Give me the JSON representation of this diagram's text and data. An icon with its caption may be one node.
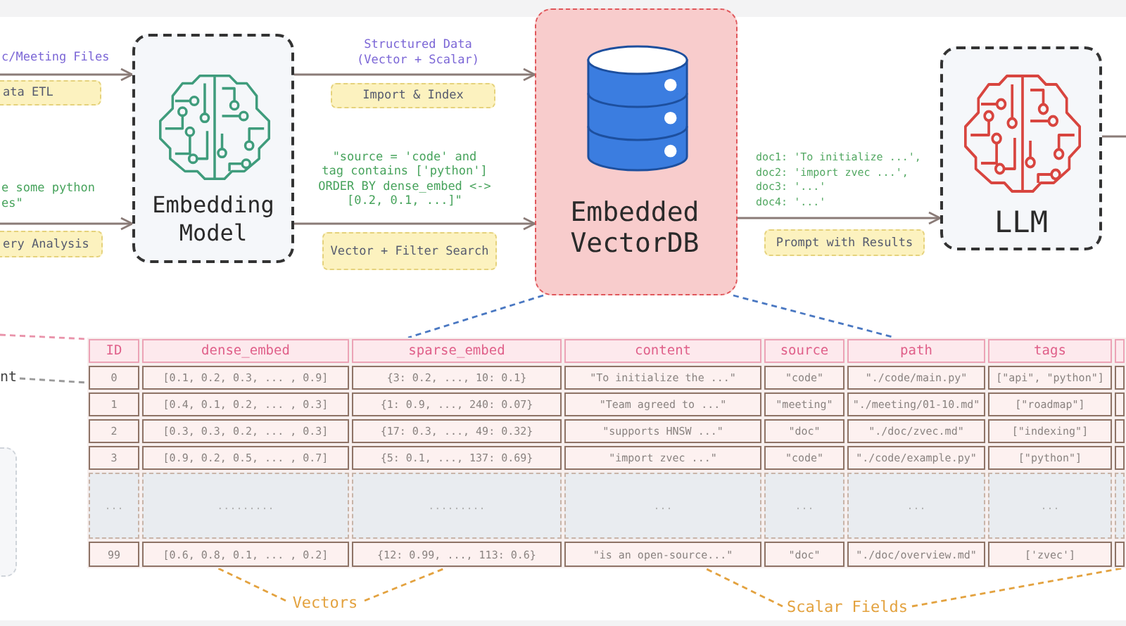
{
  "diagram": {
    "nodes": [
      {
        "text": [
          "Embedding Model"
        ]
      },
      {
        "text": [
          "Embedded VectorDB"
        ]
      },
      {
        "text": [
          "LLM"
        ]
      },
      {
        "text": [
          "nt"
        ]
      },
      {
        "text": [],
        "shape": "box"
      },
      {
        "text": [],
        "shape": "table"
      },
      {
        "text": [
          "Vectors"
        ]
      },
      {
        "text": [
          "Scalar Fields"
        ]
      }
    ],
    "edges": [
      {
        "from": null,
        "to": 0,
        "arrow": "to",
        "label": "ata ETL"
      },
      {
        "from": null,
        "to": 0,
        "arrow": "to",
        "label": "ery Analysis"
      },
      {
        "from": 0,
        "to": 1,
        "arrow": "to",
        "label": "Import & Index"
      },
      {
        "from": 0,
        "to": 1,
        "arrow": "to",
        "label": "Vector + Filter Search"
      },
      {
        "from": 1,
        "to": 2,
        "arrow": "to",
        "label": "Prompt with Results"
      },
      {
        "from": 2,
        "to": null,
        "arrow": "none"
      },
      {
        "from": 1,
        "to": 5,
        "arrow": "none",
        "style": "dashed",
        "color": "#4a78c2"
      },
      {
        "from": 1,
        "to": 5,
        "arrow": "none",
        "style": "dashed",
        "color": "#4a78c2"
      },
      {
        "from": null,
        "to": 5,
        "arrow": "none",
        "style": "dashed",
        "color": "#e993aa"
      },
      {
        "from": 3,
        "to": 5,
        "arrow": "none",
        "style": "dashed",
        "color": "#9a9a9a"
      },
      {
        "from": 6,
        "to": 5,
        "arrow": "none",
        "style": "dashed",
        "color": "#e3a23f"
      },
      {
        "from": 6,
        "to": 5,
        "arrow": "none",
        "style": "dashed",
        "color": "#e3a23f"
      },
      {
        "from": 7,
        "to": 5,
        "arrow": "none",
        "style": "dashed",
        "color": "#e3a23f"
      },
      {
        "from": 7,
        "to": 5,
        "arrow": "none",
        "style": "dashed",
        "color": "#e3a23f"
      }
    ],
    "labels": [
      "c/Meeting Files",
      "e some python es\"",
      "Structured Data (Vector + Scalar)",
      "\"source = 'code' and",
      "tag contains ['python']",
      "ORDER BY dense_embed <->",
      "[0.2, 0.1, ...]\"",
      "doc1: 'To initialize ...',",
      "doc2: 'import zvec ...',",
      "doc3: '...'",
      "doc4: '...'",
      "ID",
      "dense_embed",
      "sparse_embed",
      "content",
      "source",
      "path",
      "tags",
      "0",
      "[0.1, 0.2, 0.3, ... , 0.9]",
      "{3: 0.2, ..., 10: 0.1}",
      "\"To initialize the ...\"",
      "\"code\"",
      "\"./code/main.py\"",
      "[\"api\", \"python\"]",
      "1",
      "[0.4, 0.1, 0.2, ... , 0.3]",
      "{1: 0.9, ..., 240: 0.07}",
      "\"Team agreed to ...\"",
      "\"meeting\"",
      "\"./meeting/01-10.md\"",
      "[\"roadmap\"]",
      "2",
      "[0.3, 0.3, 0.2, ... , 0.3]",
      "{17: 0.3, ..., 49: 0.32}",
      "\"supports HNSW ...\"",
      "\"doc\"",
      "\"./doc/zvec.md\"",
      "[\"indexing\"]",
      "3",
      "[0.9, 0.2, 0.5, ... , 0.7]",
      "{5: 0.1, ..., 137: 0.69}",
      "\"import zvec ...\"",
      "\"code\"",
      "\"./code/example.py\"",
      "[\"python\"]",
      "...",
      ".........",
      ".........",
      "...",
      "...",
      "...",
      "...",
      "99",
      "[0.6, 0.8, 0.1, ... , 0.2]",
      "{12: 0.99, ..., 113: 0.6}",
      "\"is an open-source...\"",
      "\"doc\"",
      "\"./doc/overview.md\"",
      "['zvec']"
    ]
  }
}
